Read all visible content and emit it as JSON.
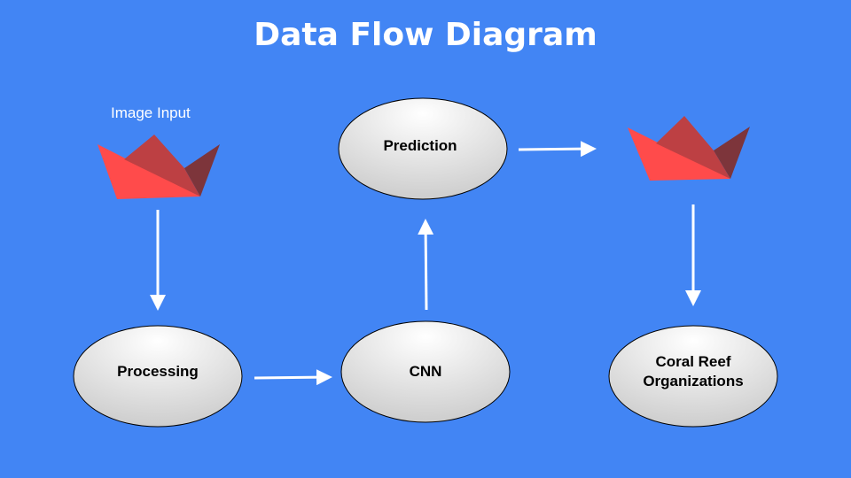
{
  "diagram": {
    "title": "Data Flow Diagram",
    "colors": {
      "background": "#4285f4",
      "node_fill_light": "#ffffff",
      "node_fill_dark": "#cccccc",
      "node_stroke": "#000000",
      "arrow": "#ffffff",
      "logo_red": "#ff4b4b",
      "logo_mid": "#bd4043",
      "logo_dark": "#7d353b"
    },
    "nodes": {
      "image_input": {
        "label": "Image Input",
        "icon": "paper-boat-logo"
      },
      "processing": {
        "label": "Processing"
      },
      "cnn": {
        "label": "CNN"
      },
      "prediction": {
        "label": "Prediction"
      },
      "output_logo": {
        "icon": "paper-boat-logo"
      },
      "coral_reef": {
        "label": "Coral Reef\nOrganizations"
      }
    },
    "edges": [
      {
        "from": "image_input",
        "to": "processing"
      },
      {
        "from": "processing",
        "to": "cnn"
      },
      {
        "from": "cnn",
        "to": "prediction"
      },
      {
        "from": "prediction",
        "to": "output_logo"
      },
      {
        "from": "output_logo",
        "to": "coral_reef"
      }
    ]
  }
}
